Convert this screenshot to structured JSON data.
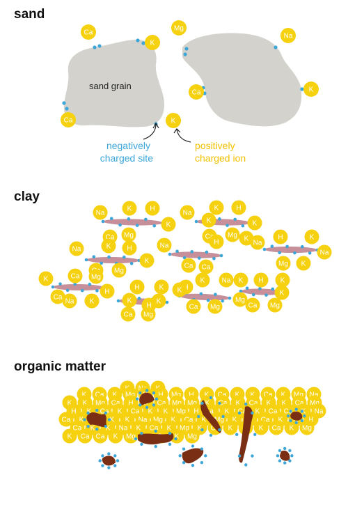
{
  "colors": {
    "ion_fill": "#f5d10f",
    "site": "#3ca6d9",
    "grain": "#d3d2cc",
    "clay_plate": "#c68f9a",
    "organic": "#7a2e14",
    "negative_label": "#3ca6d9",
    "positive_label": "#f2c200"
  },
  "sections": {
    "sand": {
      "heading": "sand",
      "grain_label": "sand grain"
    },
    "clay": {
      "heading": "clay"
    },
    "organic": {
      "heading": "organic matter"
    }
  },
  "legend": {
    "negative": [
      "negatively",
      "charged site"
    ],
    "positive": [
      "positively",
      "charged ion"
    ]
  },
  "sand_ions": [
    "Ca",
    "K",
    "Ca",
    "K",
    "Mg",
    "Na",
    "Ca",
    "K"
  ],
  "clay_ions": [
    "Na",
    "K",
    "H",
    "K",
    "H",
    "Na",
    "Ca",
    "Mg",
    "K",
    "Ca",
    "Mg",
    "K",
    "K",
    "Na",
    "K",
    "H",
    "Na",
    "Ca",
    "H",
    "K",
    "H",
    "Na",
    "K",
    "Ca",
    "Mg",
    "K",
    "Ca",
    "Mg",
    "K",
    "Na",
    "K",
    "Ca",
    "Mg",
    "Na",
    "K",
    "H",
    "H",
    "K",
    "H",
    "K",
    "Na",
    "K",
    "H",
    "K",
    "Ca",
    "Mg",
    "K",
    "Ca",
    "Mg",
    "K",
    "Ca",
    "Mg",
    "K",
    "Ca",
    "Mg",
    "K",
    "H"
  ],
  "organic_ions": [
    "K",
    "Na",
    "K",
    "K",
    "Ca",
    "K",
    "Mg",
    "K",
    "H",
    "Mg",
    "H",
    "K",
    "Ca",
    "K",
    "K",
    "Ca",
    "K",
    "Mg",
    "Na",
    "K",
    "K",
    "Mg",
    "Ca",
    "H",
    "K",
    "Ca",
    "Mg",
    "Mg",
    "K",
    "Ca",
    "K",
    "Ca",
    "K",
    "K",
    "Ca",
    "Mg",
    "H",
    "K",
    "Ca",
    "K",
    "Ca",
    "K",
    "K",
    "Mg",
    "H",
    "a",
    "K",
    "Ca",
    "K",
    "Ca",
    "Ca",
    "K",
    "Na",
    "Ca",
    "K",
    "Ca",
    "K",
    "K",
    "Na",
    "Mg",
    "K",
    "Ca",
    "K",
    "Mg",
    "K",
    "K",
    "Ca",
    "K",
    "K",
    "H",
    "Ca",
    "K",
    "K",
    "Na",
    "K",
    "Ca",
    "K",
    "Mg",
    "K",
    "Ca",
    "K",
    "H",
    "K",
    "Ca",
    "K",
    "Mg",
    "K",
    "Ca",
    "Ca",
    "K",
    "Mg",
    "K",
    "Ca",
    "K",
    "Mg"
  ]
}
